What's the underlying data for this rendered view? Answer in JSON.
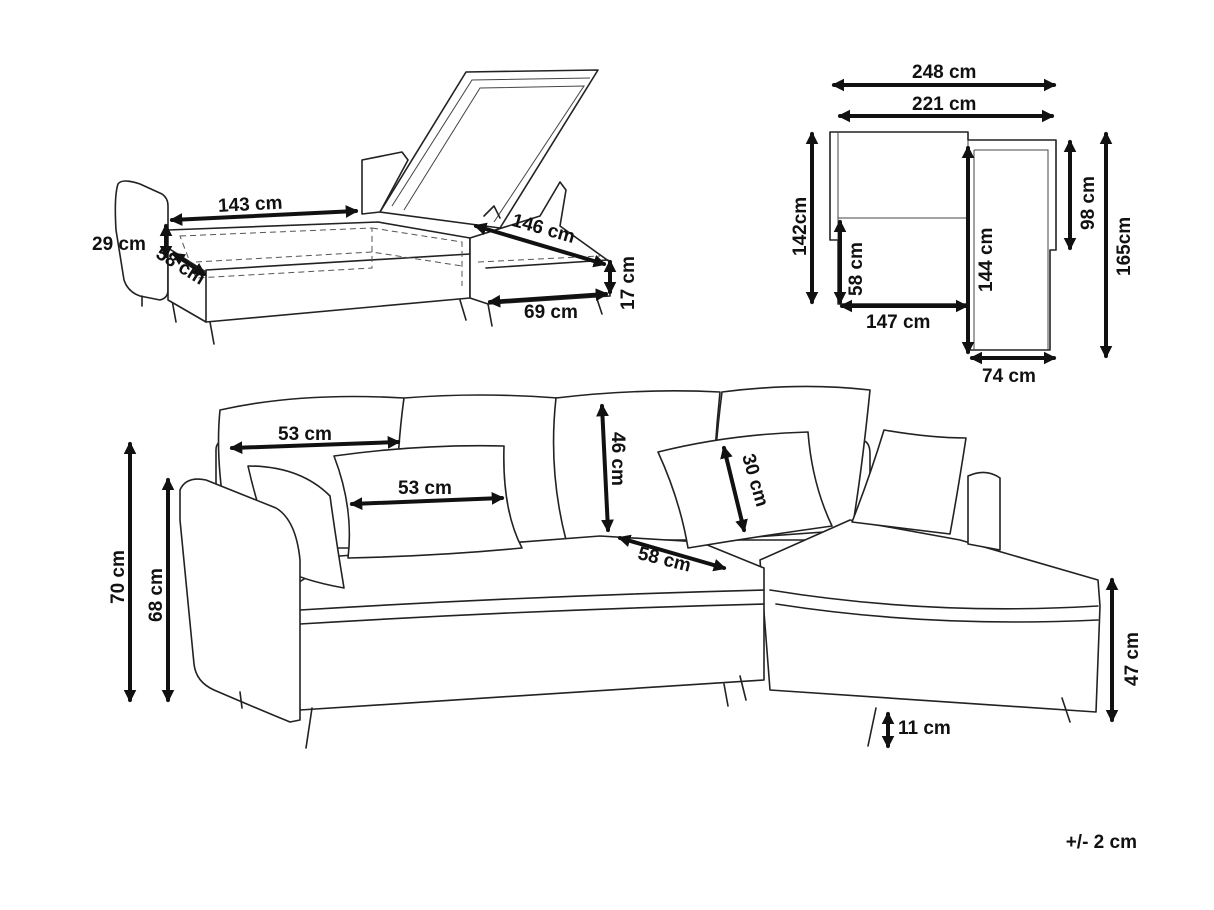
{
  "measurements": {
    "storage_length": "143 cm",
    "storage_depth": "29 cm",
    "storage_width": "58 cm",
    "chaise_storage_length": "146 cm",
    "chaise_storage_width": "69 cm",
    "chaise_storage_depth": "17 cm",
    "total_width": "248 cm",
    "bed_width": "221 cm",
    "left_depth": "142cm",
    "seat_depth_left": "58 cm",
    "chaise_inner_depth": "144 cm",
    "back_depth": "98 cm",
    "total_depth": "165cm",
    "sofa_length": "147 cm",
    "chaise_width": "74 cm",
    "back_cushion_width": "53 cm",
    "front_cushion_width": "53 cm",
    "back_cushion_height": "46 cm",
    "small_cushion_height": "30 cm",
    "seat_depth": "58 cm",
    "total_height": "70 cm",
    "arm_height": "68 cm",
    "seat_height": "47 cm",
    "leg_height": "11 cm"
  },
  "tolerance": "+/- 2 cm"
}
